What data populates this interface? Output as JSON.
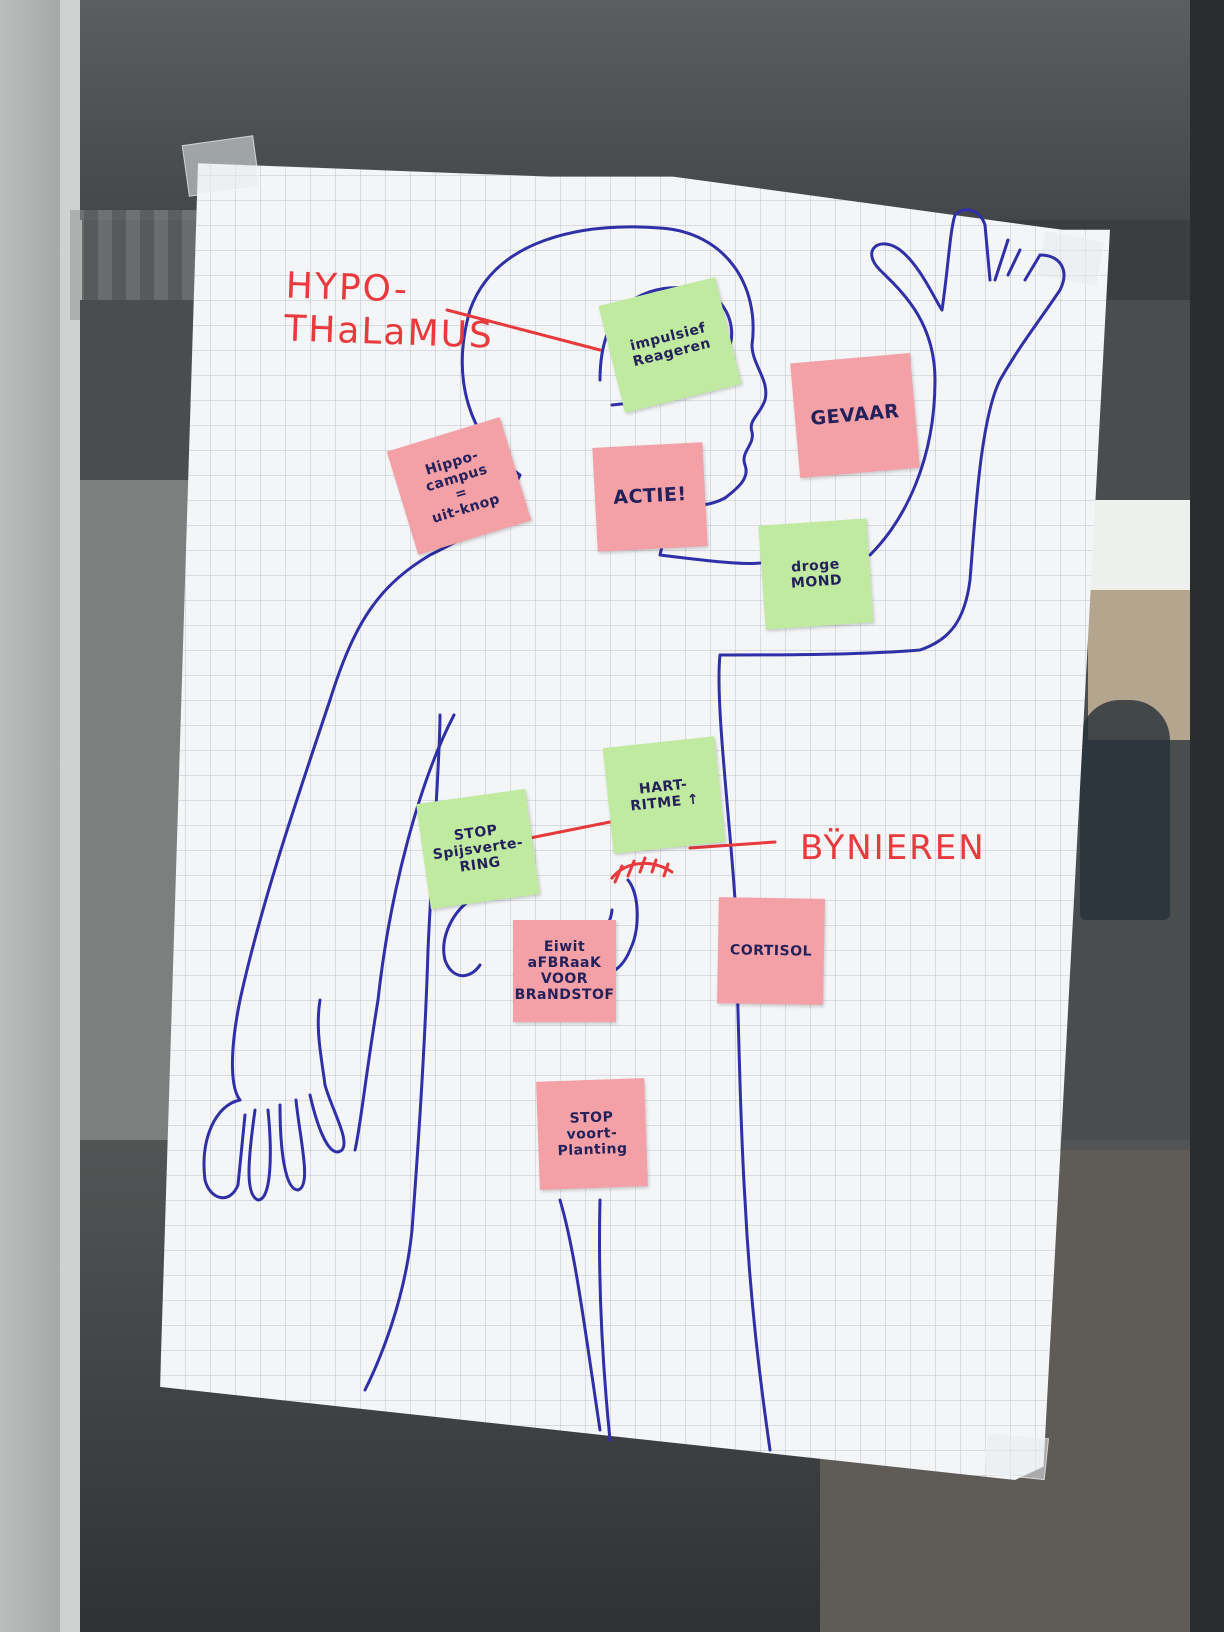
{
  "labels": {
    "hypothalamus": "HYPO-\nTHaLaMUS",
    "bijnieren": "BŸNIEREN"
  },
  "notes": {
    "impulsief": "impulsief\nReageren",
    "gevaar": "GEVAAR",
    "hippocampus": "Hippo-\ncampus\n=\nuit-knop",
    "actie": "ACTIE!",
    "droge_mond": "droge\nMOND",
    "hartritme": "HART-\nRITME ↑",
    "spijsvertering": "STOP\nSpijsverte-\nRING",
    "eiwit": "Eiwit\naFBRaaK\nVOOR\nBRaNDSTOF",
    "cortisol": "CORTISOL",
    "voortplanting": "STOP\nvoort-\nPlanting"
  },
  "colors": {
    "marker_blue": "#2f2fa8",
    "marker_red": "#e83a3c",
    "note_pink": "#f3a0a7",
    "note_green": "#bfeaa0"
  }
}
